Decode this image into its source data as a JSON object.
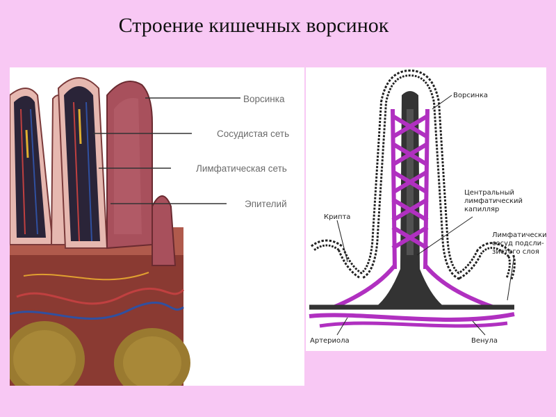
{
  "title": "Строение кишечных ворсинок",
  "left_figure": {
    "labels": {
      "villus": "Ворсинка",
      "vascular_net": "Сосудистая сеть",
      "lymph_net": "Лимфатическая сеть",
      "epithelium": "Эпителий"
    }
  },
  "right_figure": {
    "labels": {
      "villus": "Ворсинка",
      "central_line1": "Центральный",
      "central_line2": "лимфатический",
      "central_line3": "капилляр",
      "crypt": "Крипта",
      "vessel_line1": "Лимфатический",
      "vessel_line2": "сосуд подсли-",
      "vessel_line3": "зистого слоя",
      "arteriole": "Артериола",
      "venule": "Венула"
    }
  },
  "colors": {
    "background": "#f8c8f4",
    "tissue": "#a8505c",
    "lymph": "#b030c0",
    "epithelium_dark": "#222222"
  }
}
